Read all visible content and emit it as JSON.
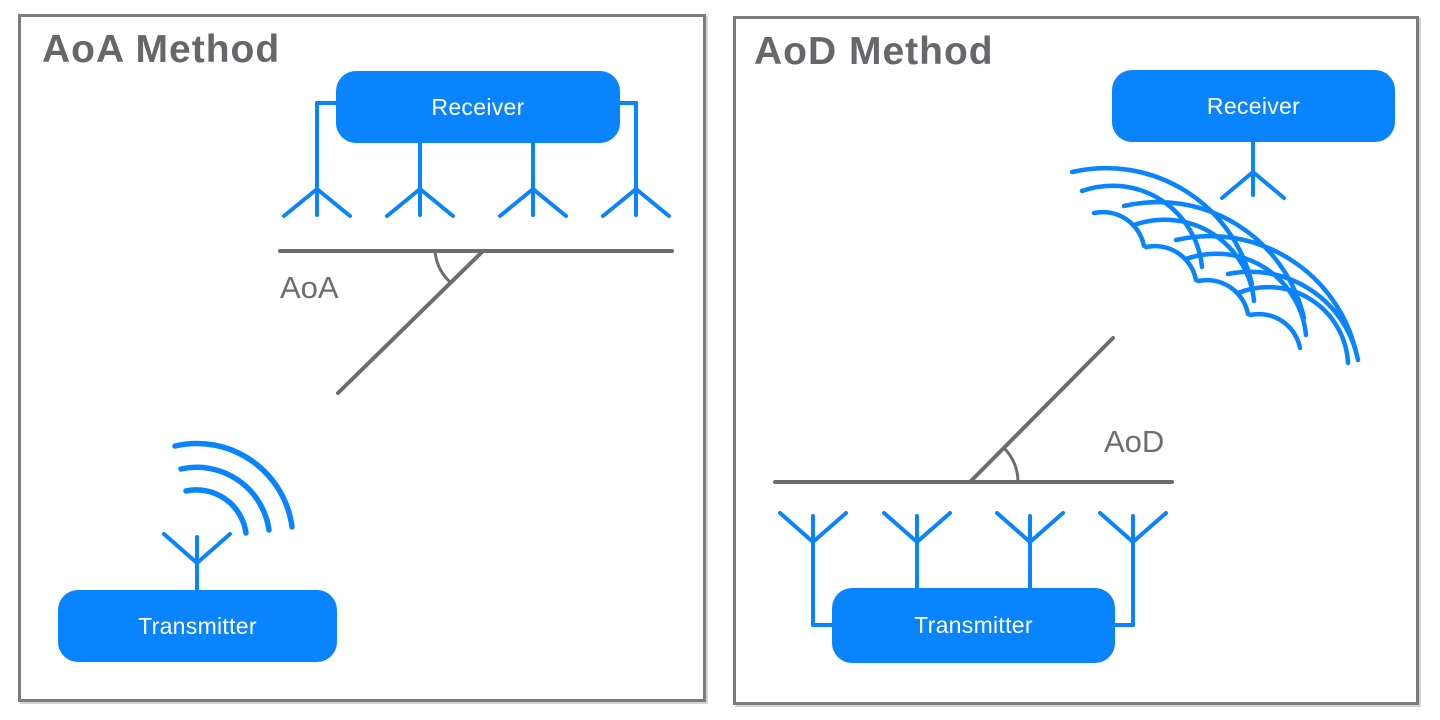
{
  "figure": {
    "left_panel": {
      "title": "AoA Method",
      "angle_label": "AoA",
      "receiver_label": "Receiver",
      "transmitter_label": "Transmitter"
    },
    "right_panel": {
      "title": "AoD Method",
      "angle_label": "AoD",
      "receiver_label": "Receiver",
      "transmitter_label": "Transmitter"
    },
    "colors": {
      "accent_blue": "#0a84fc",
      "line_gray": "#6d6d70",
      "title_gray": "#67676b",
      "panel_border": "#7b7b80",
      "box_text": "#ffffff"
    },
    "icons": {
      "left": [
        "receiver-antenna-array-icon",
        "angle-arc",
        "radio-waves-icon",
        "transmitter-antenna-icon"
      ],
      "right": [
        "receiver-antenna-icon",
        "radio-wavefronts-icon",
        "angle-arc",
        "transmitter-antenna-array-icon"
      ]
    }
  }
}
